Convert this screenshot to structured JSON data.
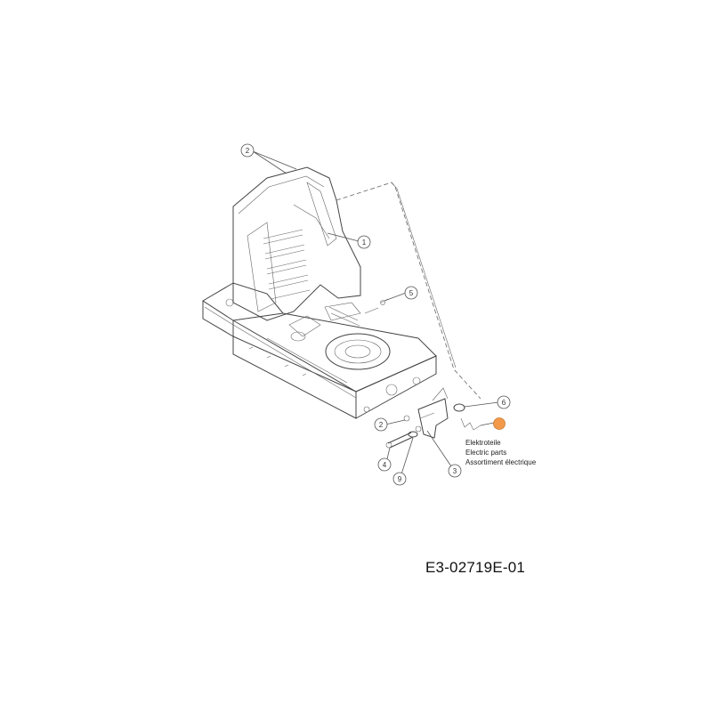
{
  "callouts": [
    {
      "id": "c2a",
      "label": "2"
    },
    {
      "id": "c1",
      "label": "1"
    },
    {
      "id": "c5",
      "label": "5"
    },
    {
      "id": "c6",
      "label": "6"
    },
    {
      "id": "c2b",
      "label": "2"
    },
    {
      "id": "c4",
      "label": "4"
    },
    {
      "id": "c9",
      "label": "9"
    },
    {
      "id": "c3",
      "label": "3"
    }
  ],
  "legend": {
    "line1": "Elektroteile",
    "line2": "Electric parts",
    "line3": "Assortiment électrique",
    "marker_color": "#f39a4a"
  },
  "drawing_code": "E3-02719E-01"
}
